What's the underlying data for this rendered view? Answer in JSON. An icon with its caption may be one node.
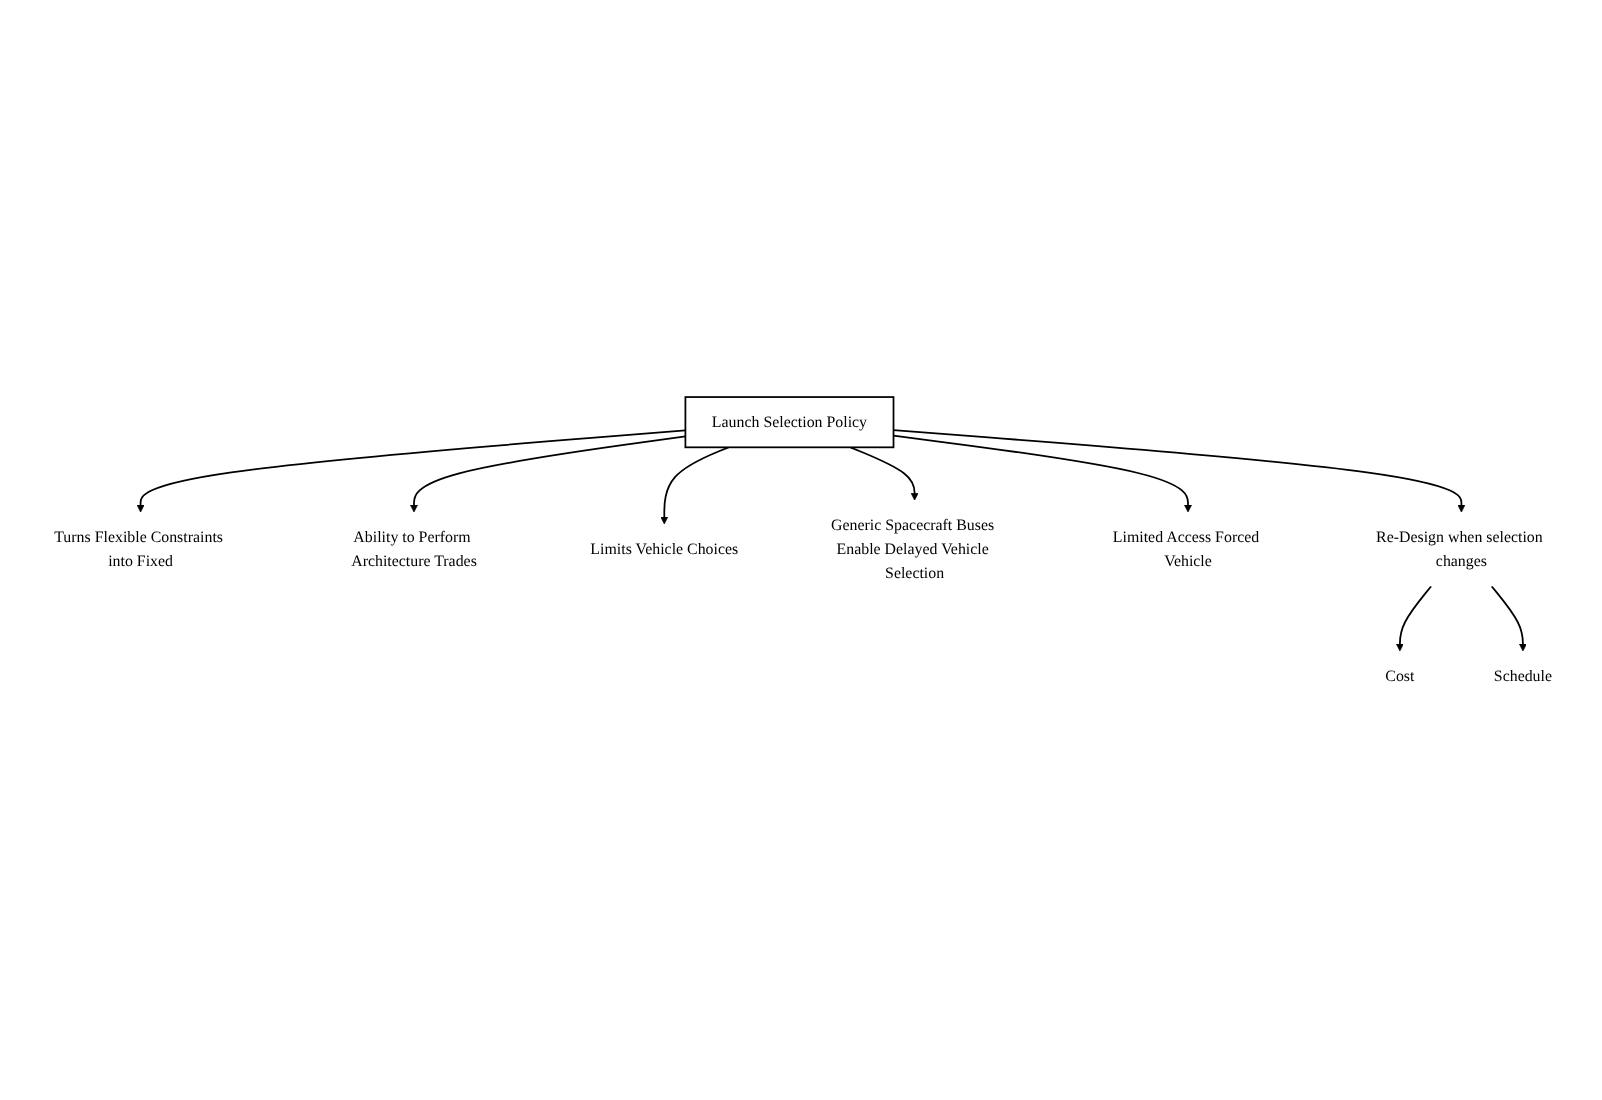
{
  "diagram": {
    "nodes": [
      {
        "text": [
          "Launch Selection Policy"
        ]
      },
      {
        "text": [
          "Turns Flexible Constraints into Fixed"
        ]
      },
      {
        "text": [
          "Ability to Perform Architecture Trades"
        ]
      },
      {
        "text": [
          "Limits Vehicle Choices"
        ]
      },
      {
        "text": [
          "Generic Spacecraft Buses Enable Delayed Vehicle Selection"
        ]
      },
      {
        "text": [
          "Limited Access Forced Vehicle"
        ]
      },
      {
        "text": [
          "Re-Design when selection changes"
        ]
      },
      {
        "text": [
          "Cost"
        ]
      },
      {
        "text": [
          "Schedule"
        ]
      }
    ],
    "edges": [
      {
        "from": 0,
        "to": 1,
        "arrow": "to"
      },
      {
        "from": 0,
        "to": 2,
        "arrow": "to"
      },
      {
        "from": 0,
        "to": 3,
        "arrow": "to"
      },
      {
        "from": 0,
        "to": 4,
        "arrow": "to"
      },
      {
        "from": 0,
        "to": 5,
        "arrow": "to"
      },
      {
        "from": 0,
        "to": 6,
        "arrow": "to"
      },
      {
        "from": 6,
        "to": 7,
        "arrow": "to"
      },
      {
        "from": 6,
        "to": 8,
        "arrow": "to"
      }
    ]
  }
}
